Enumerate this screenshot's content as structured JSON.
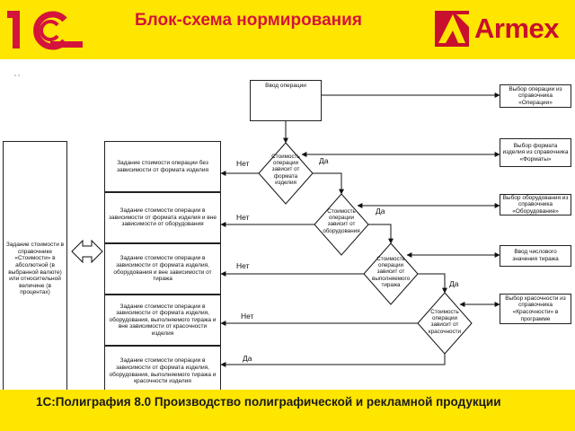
{
  "header": {
    "title": "Блок-схема нормирования",
    "logo_left": "1С",
    "logo_right": "Armex",
    "colors": {
      "background": "#ffe600",
      "title": "#d4143c",
      "logo_red": "#d4143c",
      "armex": "#c80f2d"
    }
  },
  "footer": {
    "text": "1С:Полиграфия 8.0 Производство полиграфической и рекламной продукции"
  },
  "diagram": {
    "start": "Ввод операции",
    "left_summary": "Задание стоимости в справочнике «Стоимости» в абсолютной (в выбранной валюте) или относительной величине (в процентах)",
    "cost_boxes": [
      "Задание стоимости операции без зависимости от формата изделия",
      "Задание стоимости операции в зависимости от формата изделия и вне зависимости от оборудования",
      "Задание стоимости операции в зависимости от формата изделия, оборудования и вне зависимости от тиража",
      "Задание стоимости операции в зависимости от формата изделия, оборудования, выполняемого тиража и вне зависимости от красочности изделия",
      "Задание стоимости операции в зависимости от формата изделия, оборудования, выполняемого тиража и красочности изделия"
    ],
    "decisions": [
      "Стоимость операции зависит от формата изделия",
      "Стоимость операции зависит от оборудования",
      "Стоимость операции зависит от выполняемого тиража",
      "Стоимость операции зависит от красочности"
    ],
    "right_boxes": [
      "Выбор операции из справочника «Операции»",
      "Выбор формата изделия из справочника «Форматы»",
      "Выбор оборудования из справочника «Оборудование»",
      "Ввод числового значения тиража",
      "Выбор красочности из справочника «Красочности» в программе"
    ],
    "labels": {
      "no": "Нет",
      "yes": "Да"
    }
  }
}
